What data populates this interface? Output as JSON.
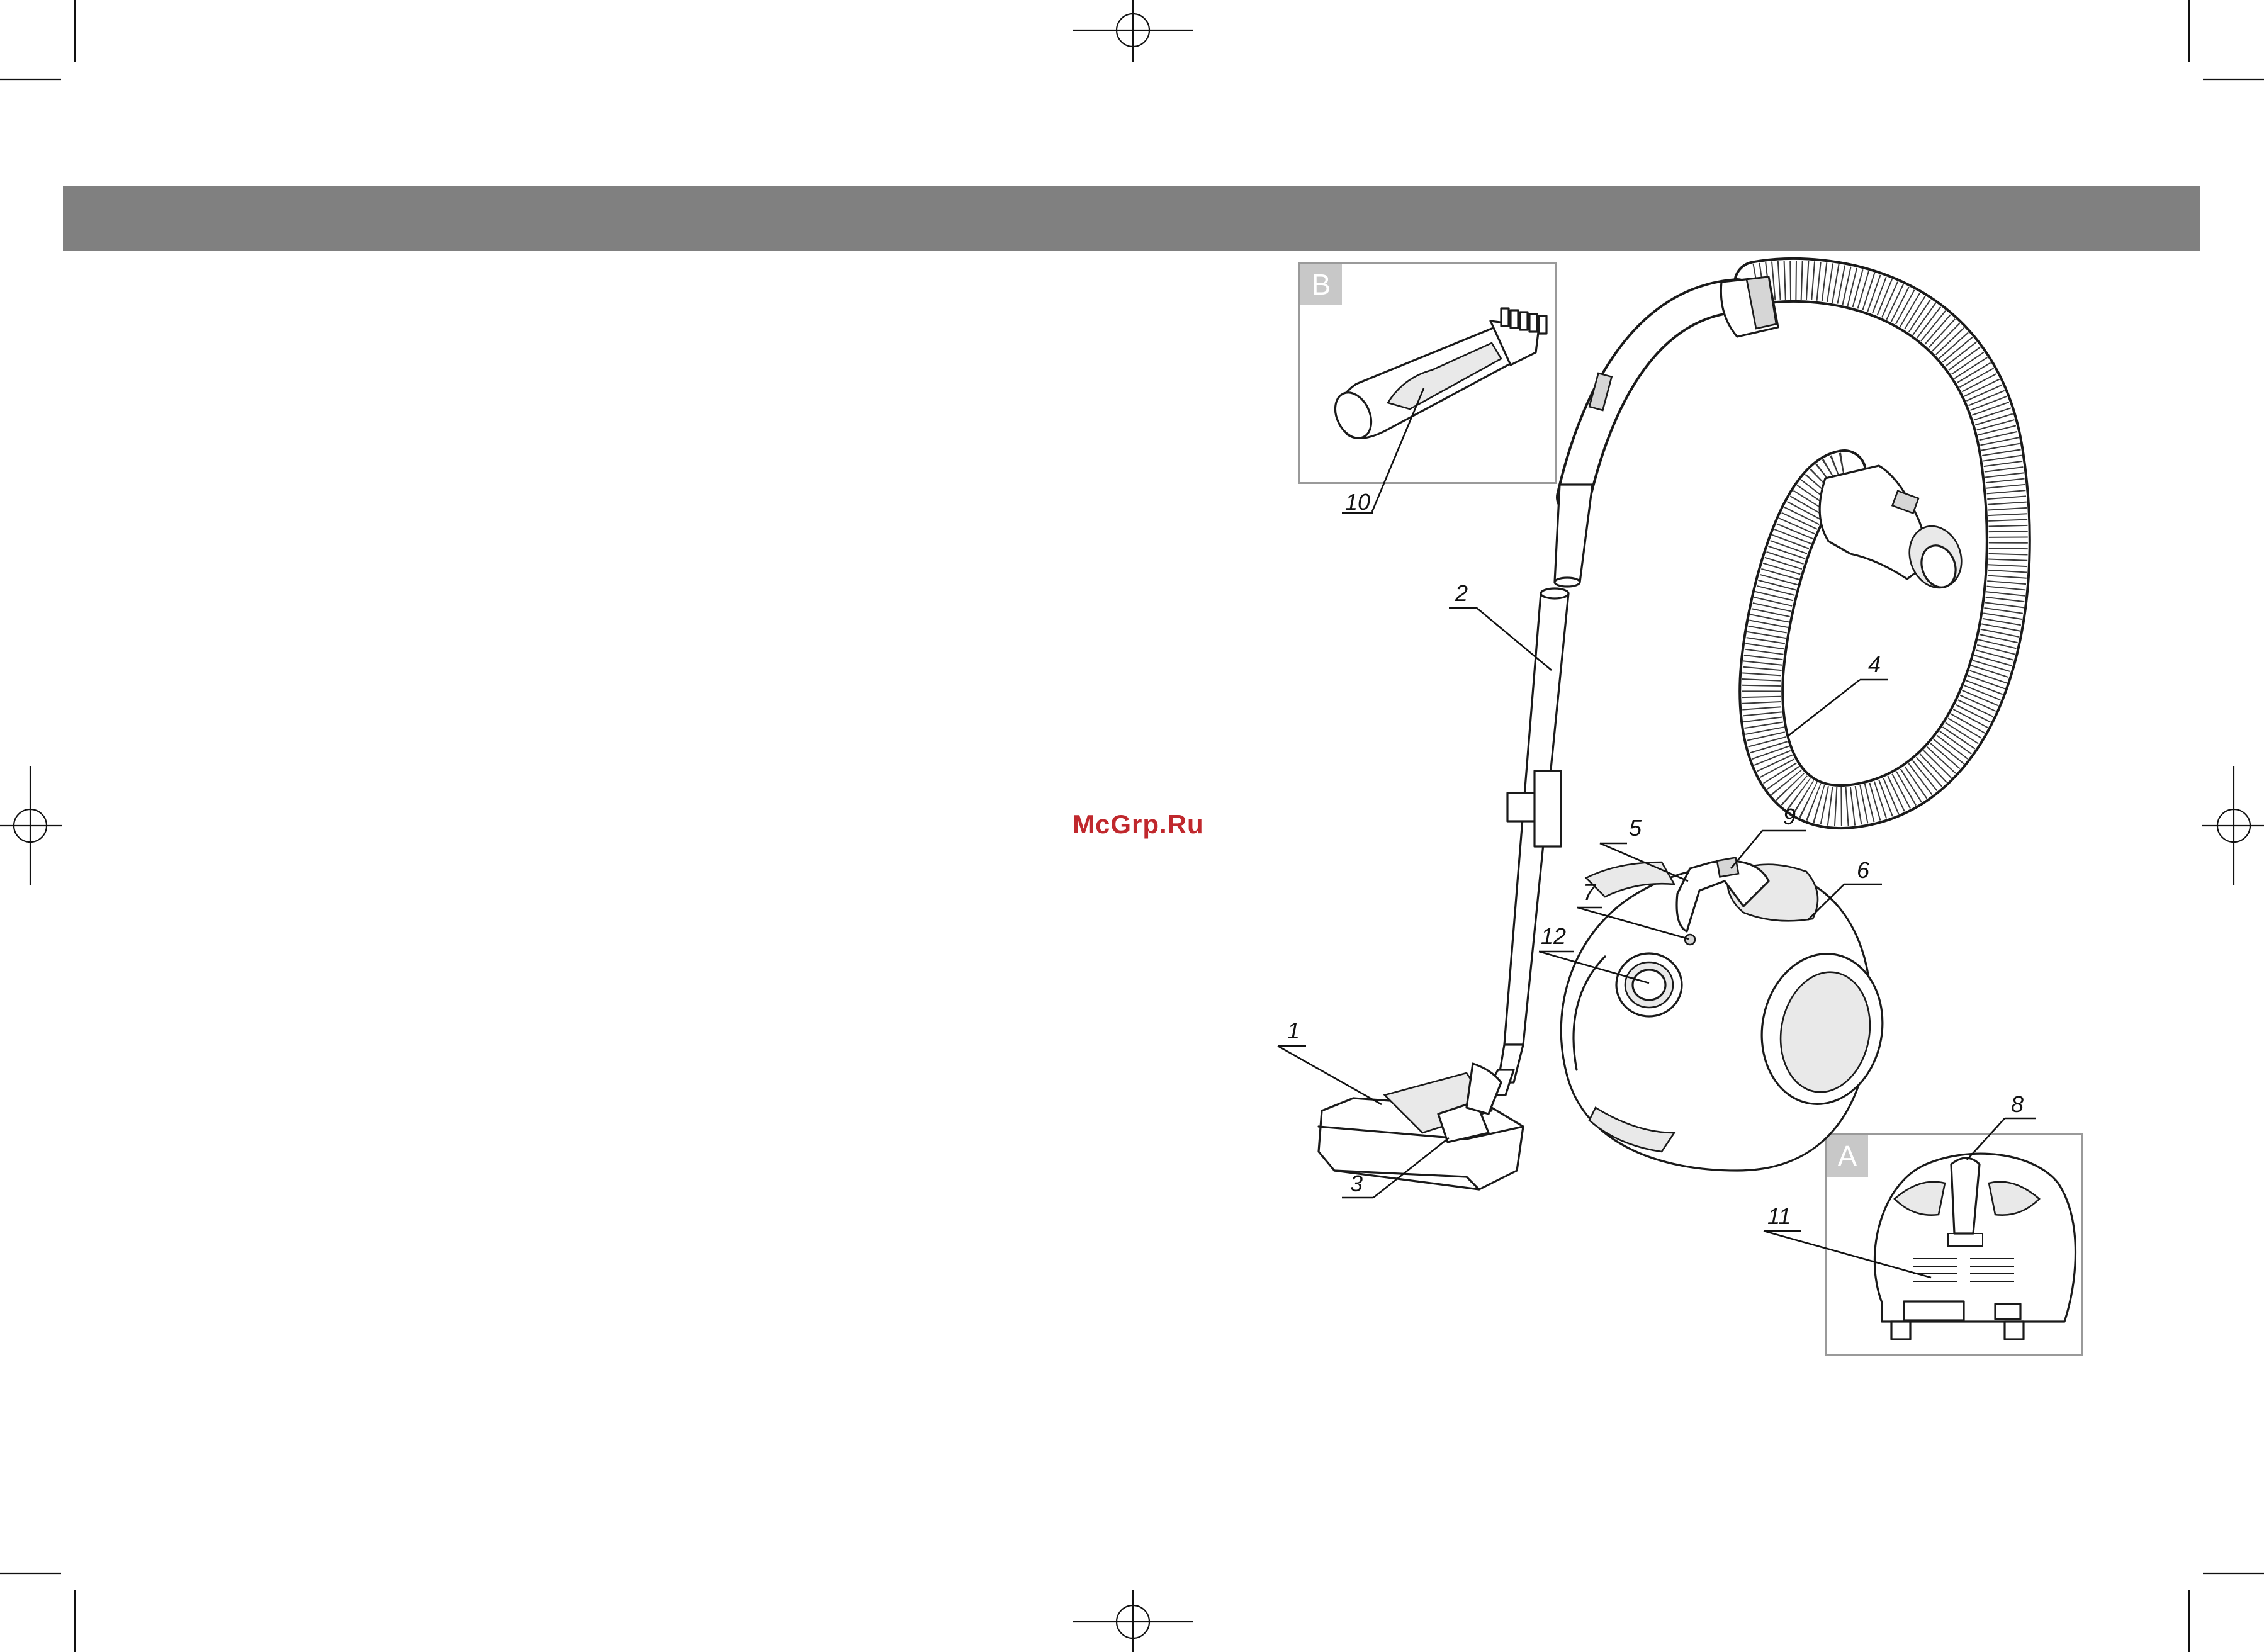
{
  "watermark": {
    "text": "McGrp.Ru",
    "color": "#c0282d"
  },
  "header_band": {
    "color": "#808080"
  },
  "insets": {
    "a": {
      "letter": "A"
    },
    "b": {
      "letter": "B"
    }
  },
  "parts": [
    {
      "number": "1"
    },
    {
      "number": "2"
    },
    {
      "number": "3"
    },
    {
      "number": "4"
    },
    {
      "number": "5"
    },
    {
      "number": "6"
    },
    {
      "number": "7"
    },
    {
      "number": "8"
    },
    {
      "number": "9"
    },
    {
      "number": "10"
    },
    {
      "number": "11"
    },
    {
      "number": "12"
    }
  ]
}
